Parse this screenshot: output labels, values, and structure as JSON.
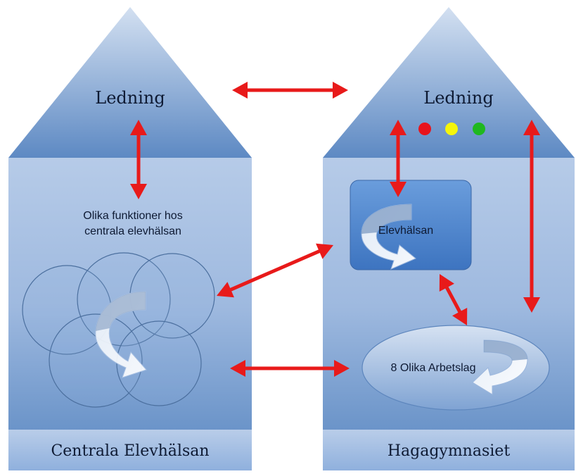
{
  "left_house": {
    "roof_label": "Ledning",
    "body_text_line1": "Olika funktioner hos",
    "body_text_line2": "centrala elevhälsan",
    "footer_label": "Centrala Elevhälsan"
  },
  "right_house": {
    "roof_label": "Ledning",
    "status_dots": [
      "#e8141c",
      "#f5f50a",
      "#1fb81f"
    ],
    "box_label": "Elevhälsan",
    "ellipse_label": "8 Olika Arbetslag",
    "footer_label": "Hagagymnasiet"
  },
  "colors": {
    "arrow": "#e81a1a",
    "house_light": "#b9cde9",
    "house_dark": "#6b94c9",
    "box_fill": "#4f86d0"
  }
}
